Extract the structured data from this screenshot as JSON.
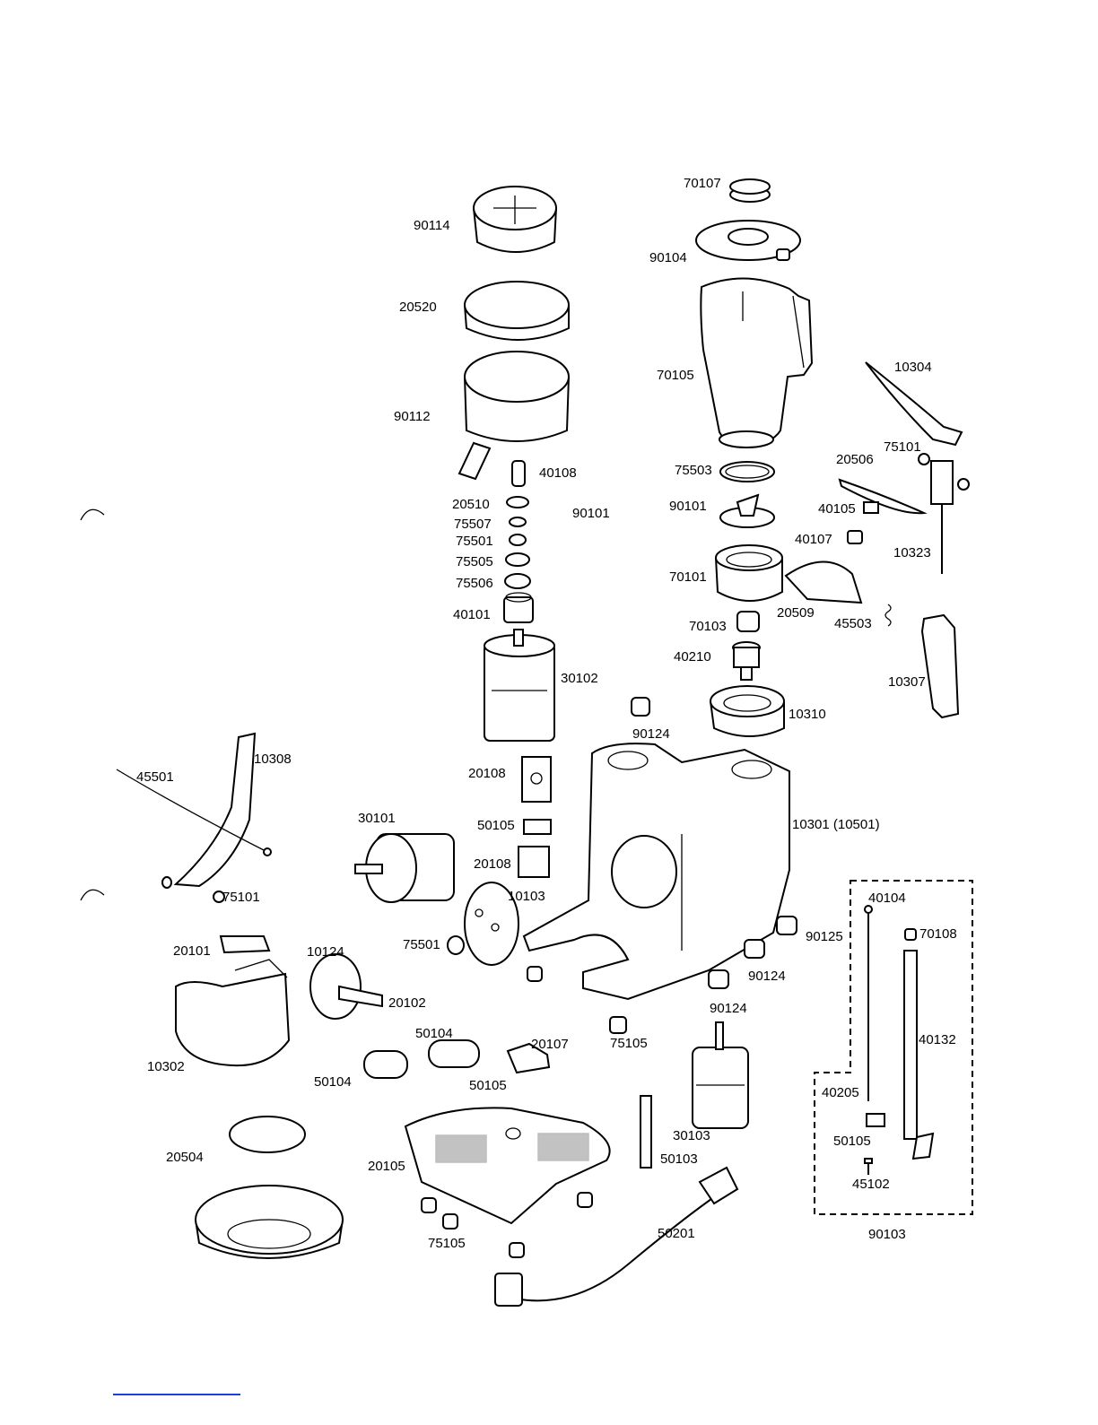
{
  "diagram": {
    "labels": {
      "p70107": "70107",
      "p90104": "90104",
      "p70105": "70105",
      "p10304": "10304",
      "p75101a": "75101",
      "p20506": "20506",
      "p40105": "40105",
      "p40107": "40107",
      "p10323": "10323",
      "p75503": "75503",
      "p90101b": "90101",
      "p70101": "70101",
      "p20509": "20509",
      "p45503": "45503",
      "p70103": "70103",
      "p40210": "40210",
      "p10307": "10307",
      "p10310": "10310",
      "p90114": "90114",
      "p20520": "20520",
      "p90112": "90112",
      "p40108": "40108",
      "p20510": "20510",
      "p90101a": "90101",
      "p75507": "75507",
      "p75501a": "75501",
      "p75505": "75505",
      "p75506": "75506",
      "p40101": "40101",
      "p30102": "30102",
      "p90124a": "90124",
      "p10308": "10308",
      "p45501": "45501",
      "p75101b": "75101",
      "p20108a": "20108",
      "p30101": "30101",
      "p50105a": "50105",
      "p20108b": "20108",
      "p10301": "10301 (10501)",
      "p10103": "10103",
      "p75501b": "75501",
      "p20101": "20101",
      "p10124": "10124",
      "p20102": "20102",
      "p10302": "10302",
      "p50104a": "50104",
      "p50104b": "50104",
      "p20107": "20107",
      "p50105b": "50105",
      "p75105a": "75105",
      "p90125": "90125",
      "p90124b": "90124",
      "p90124c": "90124",
      "p40104": "40104",
      "p70108": "70108",
      "p40132": "40132",
      "p40205": "40205",
      "p50105c": "50105",
      "p45102": "45102",
      "p90103": "90103",
      "p30103": "30103",
      "p50103": "50103",
      "p20504": "20504",
      "p20105": "20105",
      "p75105b": "75105",
      "p50201": "50201"
    }
  }
}
